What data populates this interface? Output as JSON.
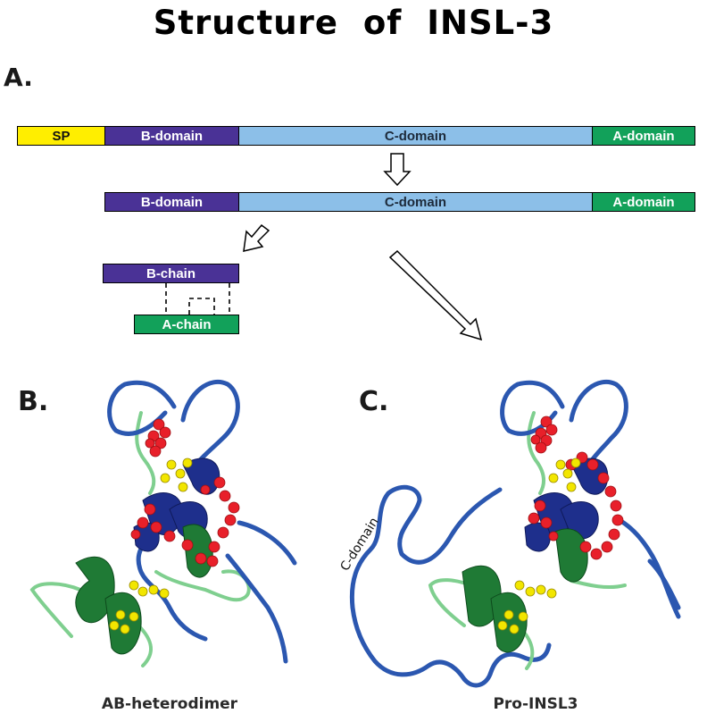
{
  "title": "Structure  of  INSL-3",
  "panels": {
    "a": "A.",
    "b": "B.",
    "c": "C."
  },
  "row1": {
    "sp": "SP",
    "b_domain": "B-domain",
    "c_domain": "C-domain",
    "a_domain": "A-domain"
  },
  "row2": {
    "b_domain": "B-domain",
    "c_domain": "C-domain",
    "a_domain": "A-domain"
  },
  "chains": {
    "b_chain": "B-chain",
    "a_chain": "A-chain"
  },
  "structure_c": {
    "c_domain_label": "C-domain"
  },
  "captions": {
    "b": "AB-heterodimer",
    "c": "Pro-INSL3"
  },
  "colors": {
    "signal_peptide": "#ffee00",
    "b_domain": "#4a3296",
    "c_domain": "#8cbfe8",
    "a_domain": "#12a15a",
    "helix_blue": "#1e2f8c",
    "helix_green": "#1f7a35",
    "coil_blue": "#2b57b0",
    "coil_green": "#7fcf8f",
    "residue_red": "#e8202a",
    "disulfide_yellow": "#f2e600"
  }
}
